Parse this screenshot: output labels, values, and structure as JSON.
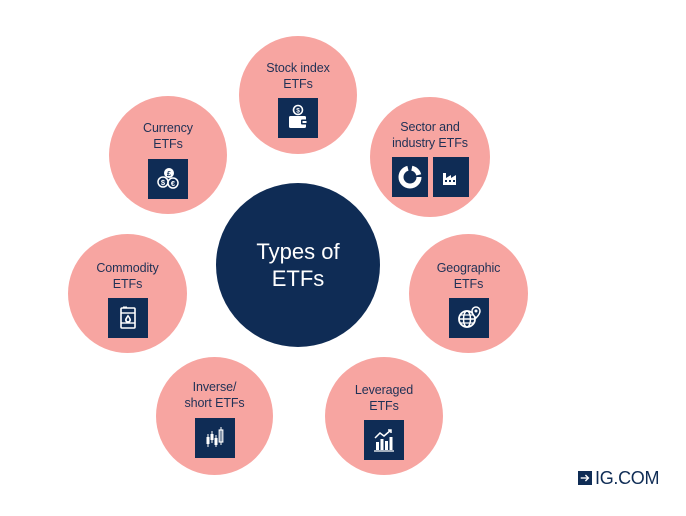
{
  "diagram": {
    "title_line1": "Types of",
    "title_line2": "ETFs",
    "colors": {
      "center": "#0f2c55",
      "node": "#f7a5a1",
      "node_text": "#1f3156",
      "icon_bg": "#0f2c55"
    },
    "nodes": [
      {
        "line1": "Stock index",
        "line2": "ETFs",
        "icons": [
          "wallet-coin-icon"
        ]
      },
      {
        "line1": "Sector and",
        "line2": "industry ETFs",
        "icons": [
          "donut-chart-icon",
          "factory-icon"
        ]
      },
      {
        "line1": "Geographic",
        "line2": "ETFs",
        "icons": [
          "globe-pin-icon"
        ]
      },
      {
        "line1": "Leveraged",
        "line2": "ETFs",
        "icons": [
          "bar-chart-trend-icon"
        ]
      },
      {
        "line1": "Inverse/",
        "line2": "short ETFs",
        "icons": [
          "candlestick-icon"
        ]
      },
      {
        "line1": "Commodity",
        "line2": "ETFs",
        "icons": [
          "oil-barrel-icon"
        ]
      },
      {
        "line1": "Currency",
        "line2": "ETFs",
        "icons": [
          "currency-coins-icon"
        ]
      }
    ]
  },
  "brand": {
    "text": "IG.COM",
    "icon": "arrow-right-icon"
  }
}
